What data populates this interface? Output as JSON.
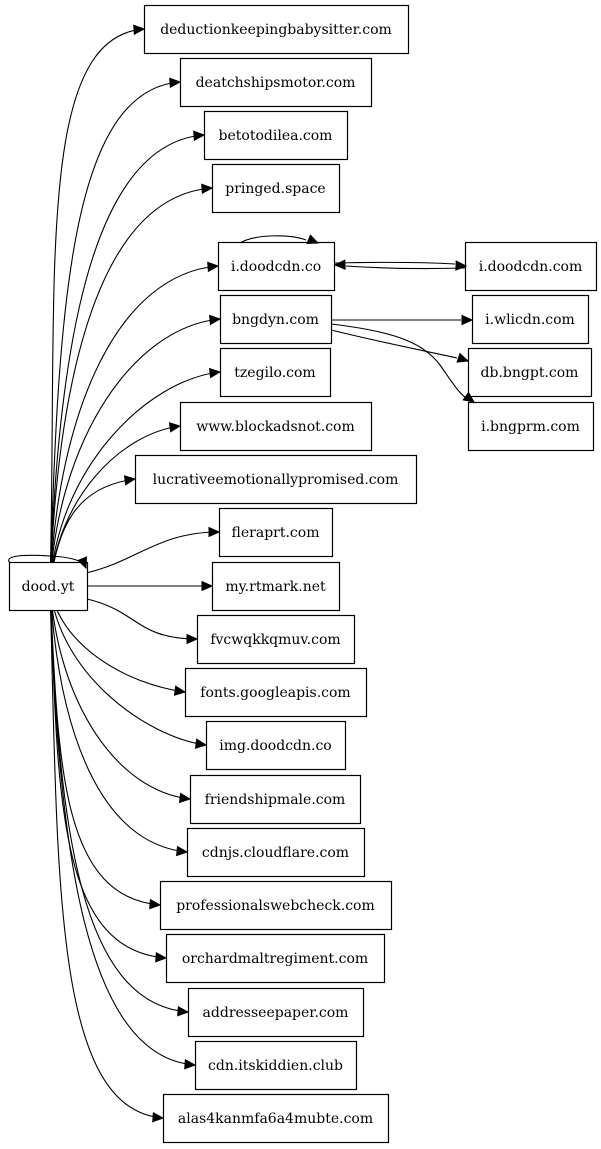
{
  "graph": {
    "root": "dood.yt",
    "nodes": [
      {
        "id": "dood",
        "label": "dood.yt"
      },
      {
        "id": "n1",
        "label": "deductionkeepingbabysitter.com"
      },
      {
        "id": "n2",
        "label": "deatchshipsmotor.com"
      },
      {
        "id": "n3",
        "label": "betotodilea.com"
      },
      {
        "id": "n4",
        "label": "pringed.space"
      },
      {
        "id": "n5",
        "label": "i.doodcdn.co"
      },
      {
        "id": "n6",
        "label": "bngdyn.com"
      },
      {
        "id": "n7",
        "label": "tzegilo.com"
      },
      {
        "id": "n8",
        "label": "www.blockadsnot.com"
      },
      {
        "id": "n9",
        "label": "lucrativeemotionallypromised.com"
      },
      {
        "id": "n10",
        "label": "fleraprt.com"
      },
      {
        "id": "n11",
        "label": "my.rtmark.net"
      },
      {
        "id": "n12",
        "label": "fvcwqkkqmuv.com"
      },
      {
        "id": "n13",
        "label": "fonts.googleapis.com"
      },
      {
        "id": "n14",
        "label": "img.doodcdn.co"
      },
      {
        "id": "n15",
        "label": "friendshipmale.com"
      },
      {
        "id": "n16",
        "label": "cdnjs.cloudflare.com"
      },
      {
        "id": "n17",
        "label": "professionalswebcheck.com"
      },
      {
        "id": "n18",
        "label": "orchardmaltregiment.com"
      },
      {
        "id": "n19",
        "label": "addresseepaper.com"
      },
      {
        "id": "n20",
        "label": "cdn.itskiddien.club"
      },
      {
        "id": "n21",
        "label": "alas4kanmfa6a4mubte.com"
      },
      {
        "id": "r1",
        "label": "i.doodcdn.com"
      },
      {
        "id": "r2",
        "label": "i.wlicdn.com"
      },
      {
        "id": "r3",
        "label": "db.bngpt.com"
      },
      {
        "id": "r4",
        "label": "i.bngprm.com"
      }
    ],
    "edges": [
      {
        "from": "dood",
        "to": "dood"
      },
      {
        "from": "dood",
        "to": "n1"
      },
      {
        "from": "dood",
        "to": "n2"
      },
      {
        "from": "dood",
        "to": "n3"
      },
      {
        "from": "dood",
        "to": "n4"
      },
      {
        "from": "dood",
        "to": "n5"
      },
      {
        "from": "dood",
        "to": "n6"
      },
      {
        "from": "dood",
        "to": "n7"
      },
      {
        "from": "dood",
        "to": "n8"
      },
      {
        "from": "dood",
        "to": "n9"
      },
      {
        "from": "dood",
        "to": "n10"
      },
      {
        "from": "dood",
        "to": "n11"
      },
      {
        "from": "dood",
        "to": "n12"
      },
      {
        "from": "dood",
        "to": "n13"
      },
      {
        "from": "dood",
        "to": "n14"
      },
      {
        "from": "dood",
        "to": "n15"
      },
      {
        "from": "dood",
        "to": "n16"
      },
      {
        "from": "dood",
        "to": "n17"
      },
      {
        "from": "dood",
        "to": "n18"
      },
      {
        "from": "dood",
        "to": "n19"
      },
      {
        "from": "dood",
        "to": "n20"
      },
      {
        "from": "dood",
        "to": "n21"
      },
      {
        "from": "n5",
        "to": "n5"
      },
      {
        "from": "n5",
        "to": "r1"
      },
      {
        "from": "r1",
        "to": "n5"
      },
      {
        "from": "n6",
        "to": "r2"
      },
      {
        "from": "n6",
        "to": "r3"
      },
      {
        "from": "n6",
        "to": "r4"
      }
    ]
  }
}
